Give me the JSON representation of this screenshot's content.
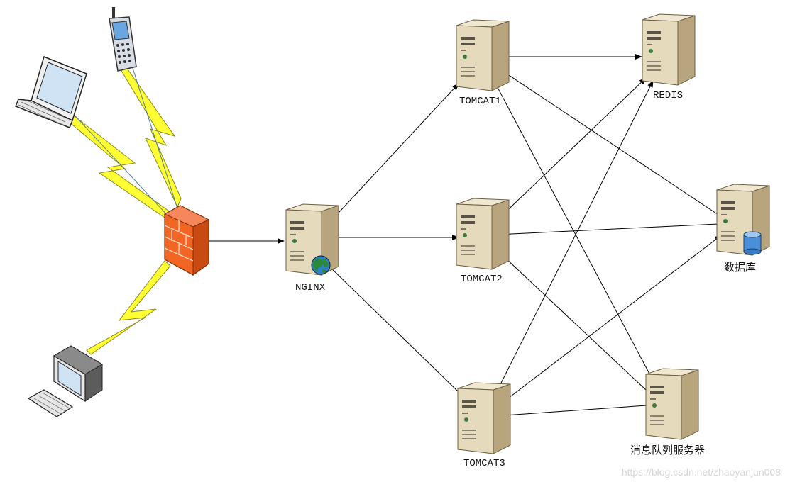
{
  "nodes": {
    "nginx": "NGINX",
    "tomcat1": "TOMCAT1",
    "tomcat2": "TOMCAT2",
    "tomcat3": "TOMCAT3",
    "redis": "REDIS",
    "database": "数据库",
    "mq": "消息队列服务器"
  },
  "watermark": "https://blog.csdn.net/zhaoyanjun008",
  "colors": {
    "server_front": "#e8dcc0",
    "server_side": "#b8a47c",
    "server_top": "#f4ecd8",
    "firewall": "#f26522",
    "lightning": "#ffff33",
    "globe": "#2a8a3a",
    "db_cylinder": "#4a90d9",
    "line": "#000000"
  },
  "icons": [
    "cell-phone-icon",
    "laptop-icon",
    "desktop-computer-icon",
    "firewall-icon",
    "server-icon",
    "globe-icon",
    "database-cylinder-icon"
  ]
}
